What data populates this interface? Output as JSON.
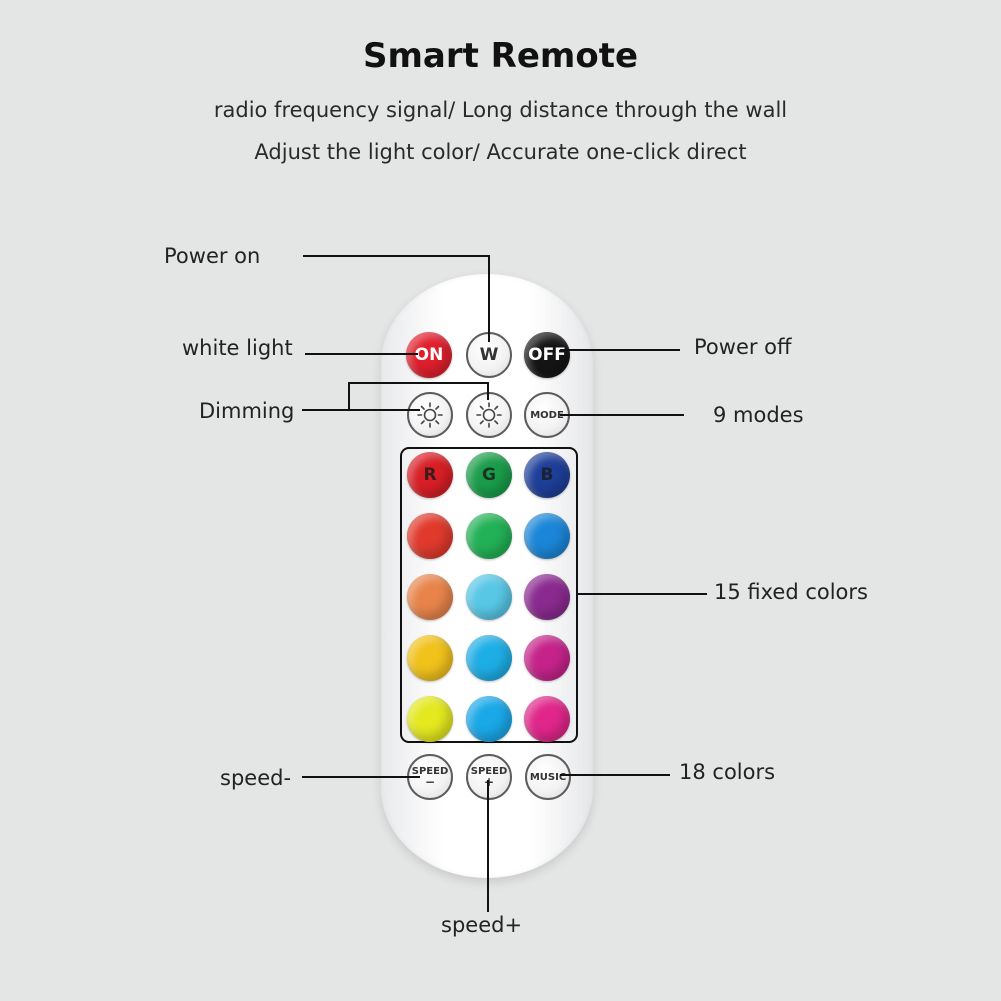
{
  "title": "Smart Remote",
  "subtitle_lines": [
    "radio frequency signal/ Long distance through the wall",
    "Adjust the light color/ Accurate one-click direct"
  ],
  "labels": {
    "power_on": "Power on",
    "white_light": "white light",
    "dimming": "Dimming",
    "power_off": "Power off",
    "nine_modes": "9 modes",
    "fixed_colors": "15 fixed colors",
    "speed_minus": "speed-",
    "speed_plus": "speed+",
    "eighteen_colors": "18 colors"
  },
  "buttons": {
    "on": {
      "text": "ON",
      "color": "#e01f2d"
    },
    "w": {
      "text": "W"
    },
    "off": {
      "text": "OFF",
      "color": "#151515"
    },
    "dim_down": {
      "icon": "sun-icon"
    },
    "dim_up": {
      "icon": "sun-icon"
    },
    "mode": {
      "text": "MODE"
    },
    "speed_minus": {
      "text": "SPEED",
      "sign": "−"
    },
    "speed_plus": {
      "text": "SPEED",
      "sign": "+"
    },
    "music": {
      "text": "MUSIC"
    }
  },
  "color_grid": [
    [
      {
        "text": "R",
        "color": "#d81f26"
      },
      {
        "text": "G",
        "color": "#1a9d4a"
      },
      {
        "text": "B",
        "color": "#1e3f99"
      }
    ],
    [
      {
        "text": "",
        "color": "#e03a2c"
      },
      {
        "text": "",
        "color": "#22b156"
      },
      {
        "text": "",
        "color": "#1b86d8"
      }
    ],
    [
      {
        "text": "",
        "color": "#e8844b"
      },
      {
        "text": "",
        "color": "#58c7e6"
      },
      {
        "text": "",
        "color": "#8a2a8f"
      }
    ],
    [
      {
        "text": "",
        "color": "#f1c21b"
      },
      {
        "text": "",
        "color": "#1eaee6"
      },
      {
        "text": "",
        "color": "#c5238a"
      }
    ],
    [
      {
        "text": "",
        "color": "#e4e81e"
      },
      {
        "text": "",
        "color": "#1aa8e8"
      },
      {
        "text": "",
        "color": "#e0268a"
      }
    ]
  ]
}
